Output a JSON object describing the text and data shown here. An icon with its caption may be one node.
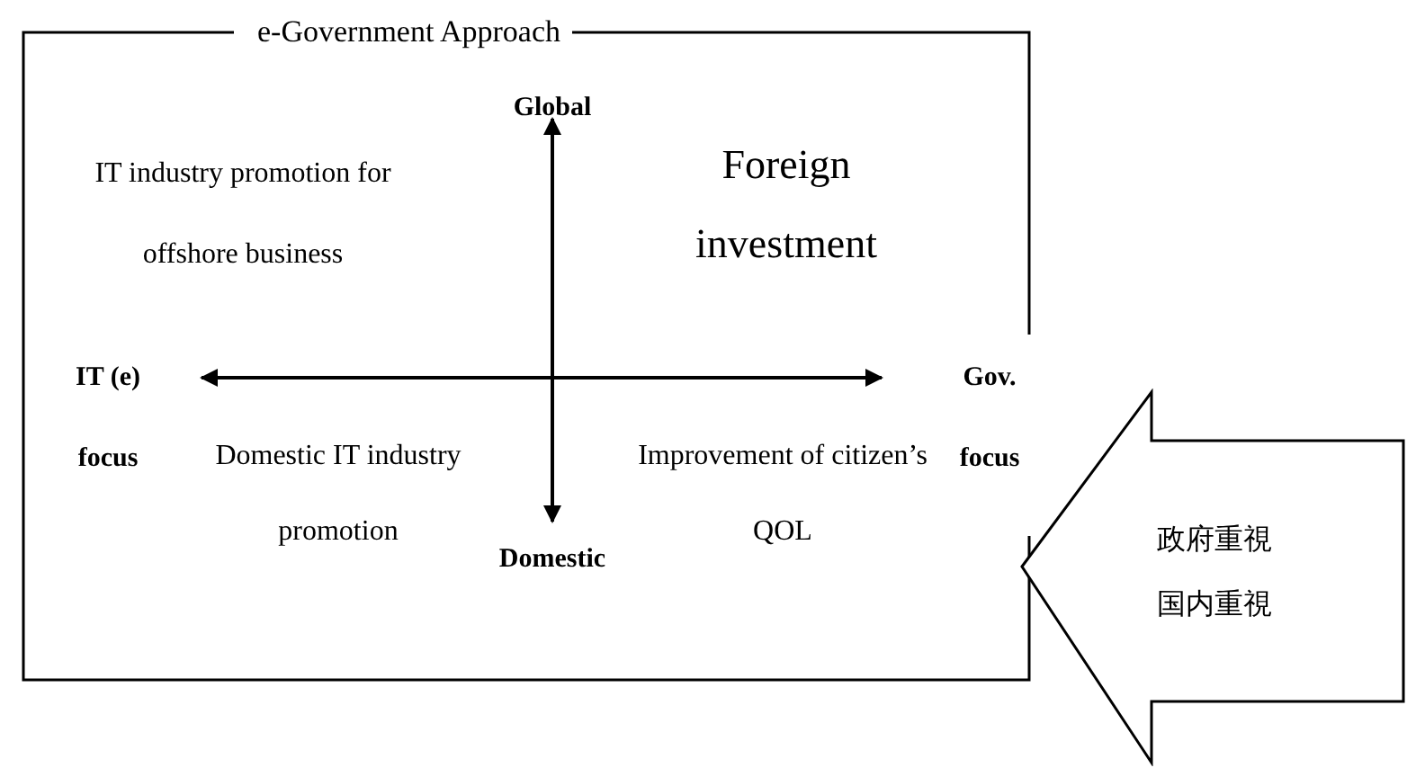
{
  "diagram": {
    "nodes": [
      {
        "text": [
          "e-Government Approach"
        ]
      },
      {
        "text": [
          "政府重視",
          "国内重視"
        ]
      }
    ],
    "labels": [
      "Global",
      "IT industry promotion for offshore business",
      "Foreign investment",
      "IT (e) focus",
      "Gov. focus",
      "Domestic IT industry promotion",
      "Improvement of citizen’s QOL",
      "Domestic"
    ]
  }
}
